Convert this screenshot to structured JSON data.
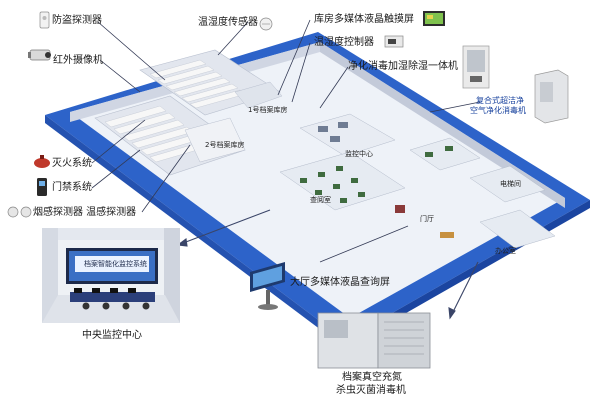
{
  "labels": {
    "anti_theft": "防盗探测器",
    "ir_camera": "红外摄像机",
    "fire_system": "灭火系统",
    "access_control": "门禁系统",
    "smoke_temp_detector": "烟感探测器  温感探测器",
    "th_sensor": "温湿度传感器",
    "warehouse_touchscreen": "库房多媒体液晶触摸屏",
    "th_controller": "温湿度控制器",
    "purify_unit": "净化消毒加湿除湿一体机",
    "air_purifier_line1": "复合式超洁净",
    "air_purifier_line2": "空气净化消毒机",
    "hall_screen": "大厅多媒体液晶查询屏",
    "central_monitor": "中央监控中心",
    "vacuum_line1": "档案真空充氮",
    "vacuum_line2": "杀虫灭菌消毒机"
  },
  "rooms": {
    "room1": "1号档案库房",
    "room2": "2号档案库房",
    "monitor_center": "监控中心",
    "reading_room": "查阅室",
    "lobby": "门厅",
    "elevator": "电梯间",
    "staff_room": "办公室"
  },
  "wall_screen_text": "档案智能化监控系统",
  "colors": {
    "floor": "#2d63c9",
    "floor_edge": "#1b45a0",
    "interior": "#eef2f8",
    "wall": "#d9dee8",
    "shelf": "#f4f4f4",
    "pointer": "#333a55"
  }
}
